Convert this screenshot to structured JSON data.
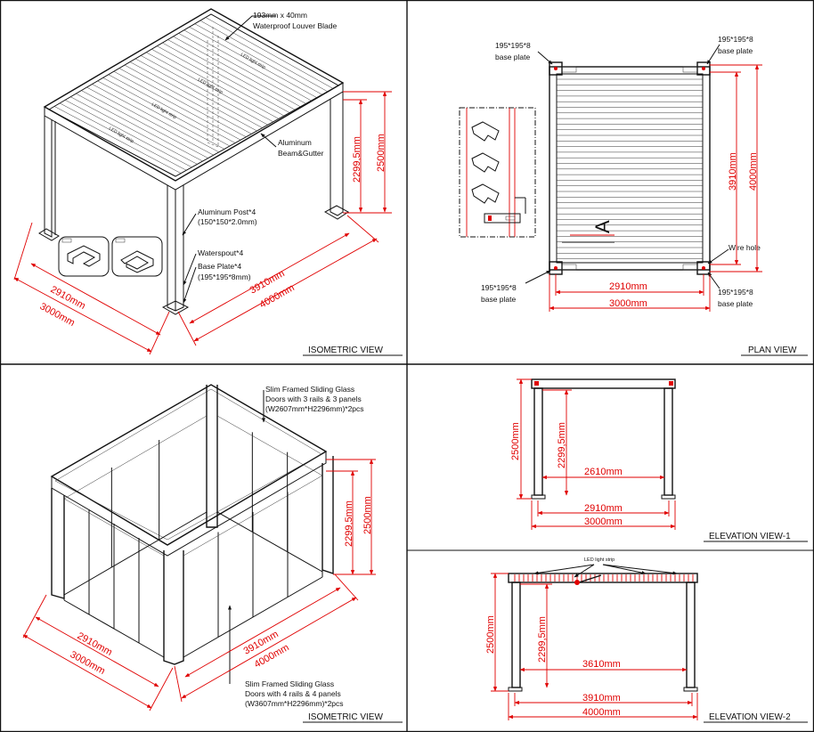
{
  "colors": {
    "dimension": "#e00000",
    "line": "#111111",
    "background": "#ffffff"
  },
  "iso_top": {
    "title": "ISOMETRIC VIEW",
    "louver_line1": "193mm x 40mm",
    "louver_line2": "Waterproof Louver Blade",
    "led1": "LED light strip",
    "led2": "LED light strip",
    "led3": "LED light strip",
    "led4": "LED light strip",
    "beam_line1": "Aluminum",
    "beam_line2": "Beam&Gutter",
    "post_line1": "Aluminum Post*4",
    "post_line2": "(150*150*2.0mm)",
    "spout": "Waterspout*4",
    "plate_line1": "Base Plate*4",
    "plate_line2": "(195*195*8mm)",
    "dim_h_inner": "2299,5mm",
    "dim_h_outer": "2500mm",
    "dim_w_inner": "2910mm",
    "dim_w_outer": "3000mm",
    "dim_l_inner": "3910mm",
    "dim_l_outer": "4000mm"
  },
  "plan": {
    "title": "PLAN VIEW",
    "bp_tl_1": "195*195*8",
    "bp_tl_2": "base plate",
    "bp_tr_1": "195*195*8",
    "bp_tr_2": "base plate",
    "bp_bl_1": "195*195*8",
    "bp_bl_2": "base plate",
    "bp_br_1": "195*195*8",
    "bp_br_2": "base plate",
    "wire_hole": "Wire hole",
    "section_mark": "A",
    "dim_l_inner": "3910mm",
    "dim_l_outer": "4000mm",
    "dim_w_inner": "2910mm",
    "dim_w_outer": "3000mm"
  },
  "iso_bottom": {
    "title": "ISOMETRIC VIEW",
    "door3_line1": "Slim Framed Sliding Glass",
    "door3_line2": "Doors with 3 rails & 3 panels",
    "door3_line3": "(W2607mm*H2296mm)*2pcs",
    "door4_line1": "Slim Framed Sliding Glass",
    "door4_line2": "Doors with 4 rails & 4 panels",
    "door4_line3": "(W3607mm*H2296mm)*2pcs",
    "dim_h_inner": "2299,5mm",
    "dim_h_outer": "2500mm",
    "dim_w_inner": "2910mm",
    "dim_w_outer": "3000mm",
    "dim_l_inner": "3910mm",
    "dim_l_outer": "4000mm"
  },
  "elev1": {
    "title": "ELEVATION VIEW-1",
    "dim_h_outer": "2500mm",
    "dim_h_inner": "2299,5mm",
    "dim_clear": "2610mm",
    "dim_w_inner": "2910mm",
    "dim_w_outer": "3000mm"
  },
  "elev2": {
    "title": "ELEVATION VIEW-2",
    "led": "LED light strip",
    "dim_h_outer": "2500mm",
    "dim_h_inner": "2299,5mm",
    "dim_clear": "3610mm",
    "dim_w_inner": "3910mm",
    "dim_w_outer": "4000mm"
  }
}
